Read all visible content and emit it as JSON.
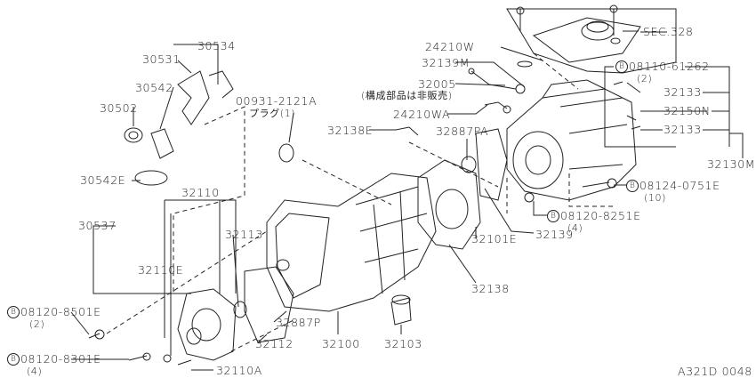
{
  "diagram_code": "A321D 0048",
  "bolt_marker": "B",
  "labels": {
    "sec": "SEC.328",
    "p24210W": "24210W",
    "p32139M": "32139M",
    "p32005": "32005",
    "note_not_sold": "(構成部品は非販売)",
    "p24210WA": "24210WA",
    "p32138E": "32138E",
    "p32887PA": "32887PA",
    "p08110": "08110-61262",
    "p08110_qty": "(2)",
    "p32133a": "32133",
    "p32150N": "32150N",
    "p32133b": "32133",
    "p32130M": "32130M",
    "p08124": "08124-0751E",
    "p08124_qty": "(10)",
    "p08120_8251": "08120-8251E",
    "p08120_8251_qty": "(4)",
    "p32139": "32139",
    "p32101E": "32101E",
    "p32138": "32138",
    "p30534": "30534",
    "p30531": "30531",
    "p30542": "30542",
    "p30502": "30502",
    "p00931": "00931-2121A",
    "plug": "プラグ(1)",
    "p30542E": "30542E",
    "p32110": "32110",
    "p30537": "30537",
    "p32113": "32113",
    "p32110E": "32110E",
    "p08120_8501": "08120-8501E",
    "p08120_8501_qty": "(2)",
    "p32887P": "32887P",
    "p32112": "32112",
    "p32100": "32100",
    "p32103": "32103",
    "p08120_8301": "08120-8301E",
    "p08120_8301_qty": "(4)",
    "p32110A": "32110A"
  }
}
